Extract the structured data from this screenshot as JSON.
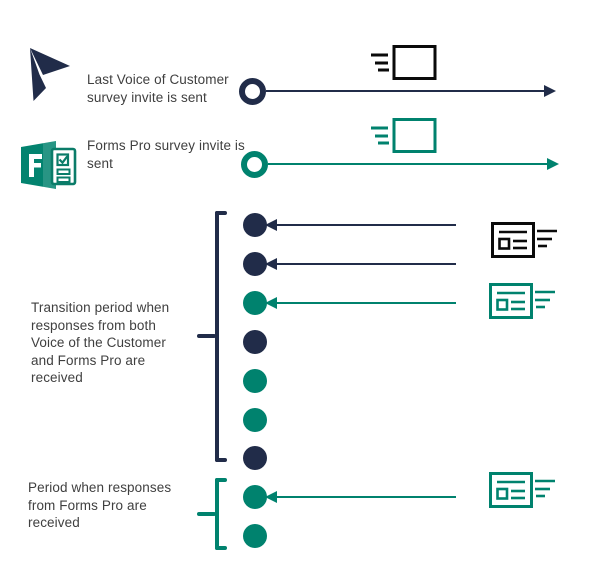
{
  "colors": {
    "navy": "#212C49",
    "teal": "#00826E",
    "icon_black": "#0A0A0A",
    "text": "#3F3F3F"
  },
  "events": [
    {
      "id": "voc",
      "label": "Last Voice of Customer\nsurvey invite is sent",
      "logo_icon": "dynamics-365-logo",
      "sent_icon": "envelope-speeding-icon",
      "color": "navy"
    },
    {
      "id": "formspro",
      "label": "Forms Pro survey invite is\nsent",
      "logo_icon": "forms-pro-logo",
      "sent_icon": "envelope-speeding-icon",
      "color": "teal"
    }
  ],
  "periods": [
    {
      "id": "transition",
      "label": "Transition period when\nresponses from both\nVoice of the Customer\nand Forms Pro are\nreceived",
      "color": "navy"
    },
    {
      "id": "formspro-only",
      "label": "Period when responses\nfrom Forms Pro are\nreceived",
      "color": "teal"
    }
  ],
  "timeline": {
    "dots": [
      {
        "color": "navy",
        "arrow": true
      },
      {
        "color": "navy",
        "arrow": true
      },
      {
        "color": "teal",
        "arrow": true
      },
      {
        "color": "navy",
        "arrow": false
      },
      {
        "color": "teal",
        "arrow": false
      },
      {
        "color": "teal",
        "arrow": false
      },
      {
        "color": "navy",
        "arrow": false
      },
      {
        "color": "teal",
        "arrow": true
      },
      {
        "color": "teal",
        "arrow": false
      }
    ]
  },
  "response_icons": [
    {
      "id": "voc-response",
      "icon": "form-letter-speeding-icon",
      "color": "black"
    },
    {
      "id": "formspro-response-transition",
      "icon": "form-letter-speeding-icon",
      "color": "teal"
    },
    {
      "id": "formspro-response-late",
      "icon": "form-letter-speeding-icon",
      "color": "teal"
    }
  ]
}
